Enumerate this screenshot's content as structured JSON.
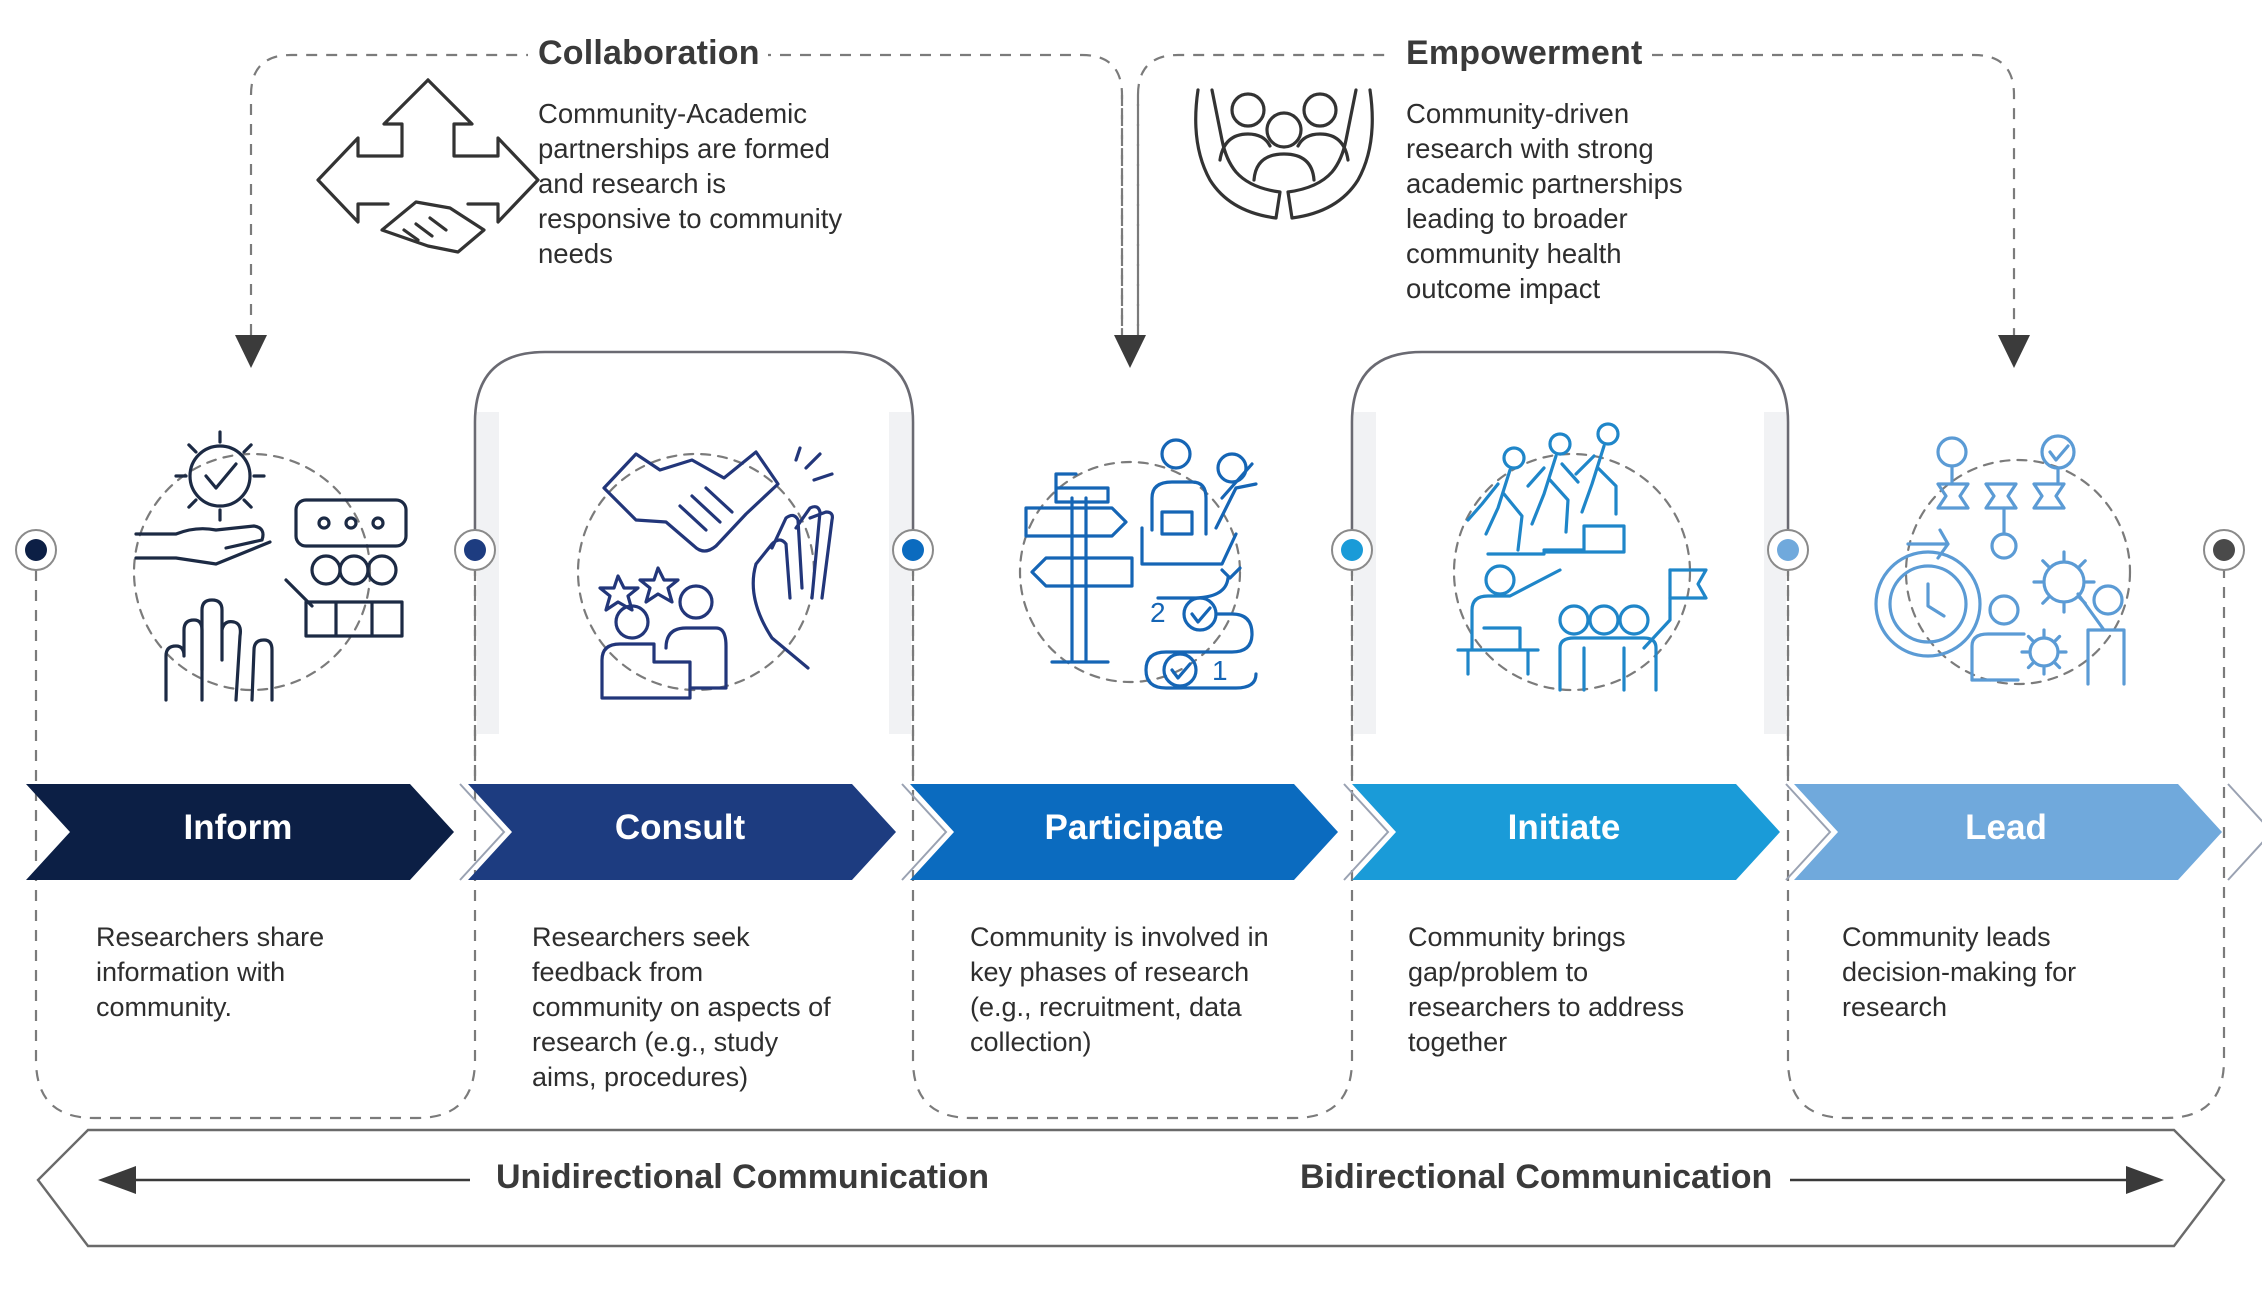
{
  "themes": {
    "collaboration": {
      "title": "Collaboration",
      "text": [
        "Community-Academic",
        "partnerships are formed",
        "and research is",
        "responsive to community",
        "needs"
      ],
      "icon": "handshake-arrows-icon"
    },
    "empowerment": {
      "title": "Empowerment",
      "text": [
        "Community-driven",
        "research with strong",
        "academic partnerships",
        "leading to broader",
        "community health",
        "outcome impact"
      ],
      "icon": "hands-holding-people-icon"
    }
  },
  "stages": [
    {
      "label": "Inform",
      "color": "#0c1f45",
      "dot_color": "#0c1f45",
      "icon_color": "#1c2a44",
      "icon": "engagement-icon",
      "description": [
        "Researchers share",
        "information with",
        "community."
      ]
    },
    {
      "label": "Consult",
      "color": "#1d3c80",
      "dot_color": "#1d3c80",
      "icon_color": "#22367a",
      "icon": "handshake-feedback-icon",
      "description": [
        "Researchers seek",
        "feedback from",
        "community on aspects of",
        "research (e.g., study",
        "aims, procedures)"
      ]
    },
    {
      "label": "Participate",
      "color": "#0b6bbf",
      "dot_color": "#0b6bbf",
      "icon_color": "#1565b5",
      "icon": "signpost-process-icon",
      "description": [
        "Community is involved in",
        "key phases of research",
        "(e.g., recruitment, data",
        "collection)"
      ]
    },
    {
      "label": "Initiate",
      "color": "#1a9bd8",
      "dot_color": "#1a9bd8",
      "icon_color": "#1f86c9",
      "icon": "climbing-team-icon",
      "description": [
        "Community brings",
        "gap/problem to",
        "researchers to address",
        "together"
      ]
    },
    {
      "label": "Lead",
      "color": "#70a9dc",
      "dot_color": "#70a9dc",
      "icon_color": "#5b9bd5",
      "icon": "workflow-leadership-icon",
      "description": [
        "Community leads",
        "decision-making for",
        "research"
      ]
    }
  ],
  "end_dots": {
    "left_color": "#0c1f45",
    "right_color": "#4a4a4a"
  },
  "communication": {
    "unidirectional": "Unidirectional Communication",
    "bidirectional": "Bidirectional Communication"
  },
  "colors": {
    "dashed_line": "#7b7b7b",
    "frame_line": "#5a5a5a",
    "arrow_head": "#3b3b3b",
    "text": "#2e2e2e"
  }
}
